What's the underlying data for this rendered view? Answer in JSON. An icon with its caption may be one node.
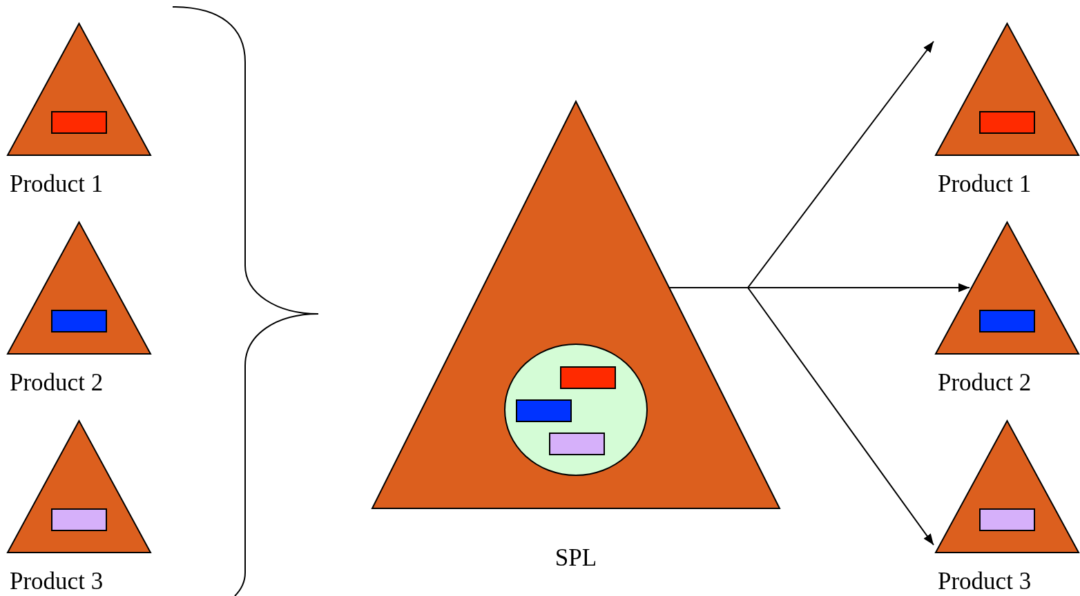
{
  "diagram": {
    "nodes": [
      {
        "text": [
          "Product 1"
        ]
      },
      {
        "text": [],
        "shape": "box",
        "in": 0
      },
      {
        "text": [
          "Product 2"
        ]
      },
      {
        "text": [],
        "shape": "box",
        "in": 2
      },
      {
        "text": [
          "Product 3"
        ]
      },
      {
        "text": [],
        "shape": "box",
        "in": 4
      },
      {
        "text": [
          "SPL"
        ]
      },
      {
        "text": [],
        "shape": "circle",
        "in": 6
      },
      {
        "text": [],
        "shape": "box",
        "in": 7
      },
      {
        "text": [],
        "shape": "box",
        "in": 7
      },
      {
        "text": [],
        "shape": "box",
        "in": 7
      },
      {
        "text": [
          "Product 1"
        ]
      },
      {
        "text": [],
        "shape": "box",
        "in": 11
      },
      {
        "text": [
          "Product 2"
        ]
      },
      {
        "text": [],
        "shape": "box",
        "in": 13
      },
      {
        "text": [
          "Product 3"
        ]
      },
      {
        "text": [],
        "shape": "box",
        "in": 15
      }
    ],
    "edges": [
      {
        "from": 6,
        "to": 11,
        "arrow": "to"
      },
      {
        "from": 6,
        "to": 13,
        "arrow": "to"
      },
      {
        "from": 6,
        "to": 15,
        "arrow": "to"
      }
    ]
  }
}
